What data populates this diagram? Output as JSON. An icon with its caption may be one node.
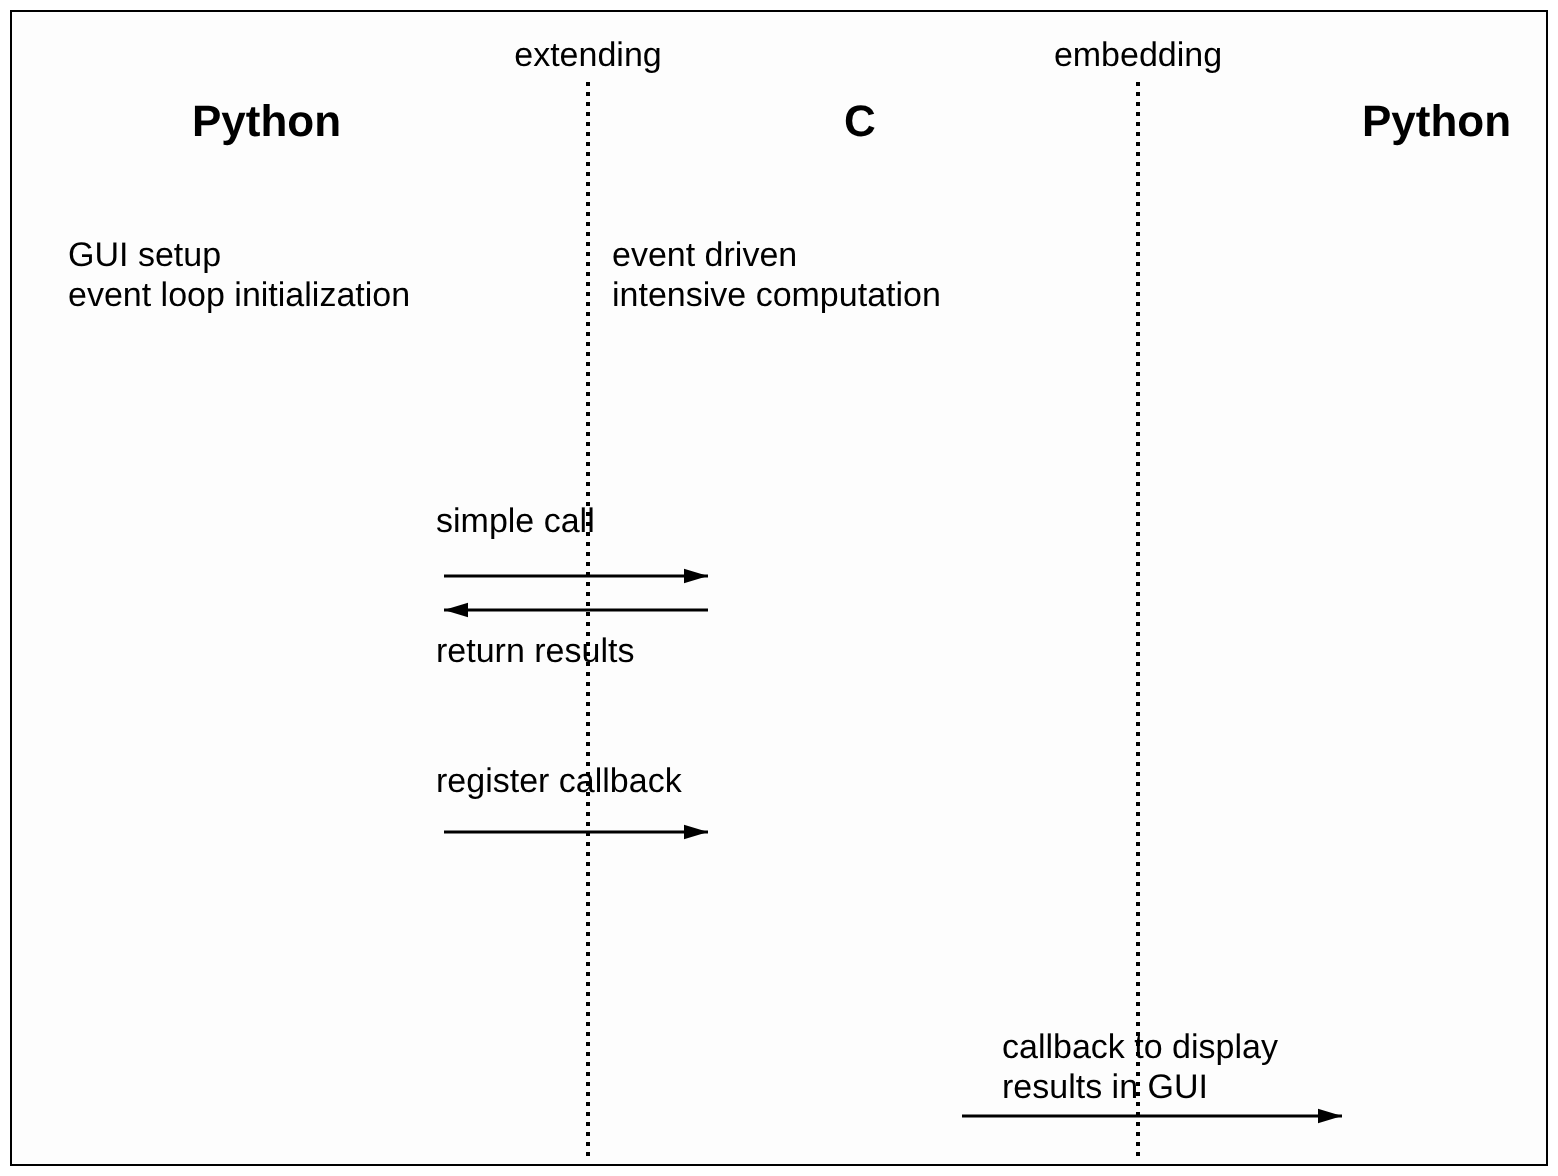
{
  "diagram": {
    "nodes": [
      {
        "text": [
          "Python",
          "GUI setup",
          "event loop initialization"
        ]
      },
      {
        "text": [
          "C",
          "event driven",
          "intensive computation"
        ]
      },
      {
        "text": [
          "Python"
        ]
      }
    ],
    "edges": [
      {
        "from": 0,
        "to": 1,
        "arrow": "to",
        "label": "simple call"
      },
      {
        "from": 1,
        "to": 0,
        "arrow": "to",
        "label": "return results"
      },
      {
        "from": 0,
        "to": 1,
        "arrow": "to",
        "label": "register callback"
      },
      {
        "from": 1,
        "to": 2,
        "arrow": "to",
        "label": "callback to display results in GUI"
      }
    ],
    "labels": [
      "extending",
      "embedding"
    ]
  }
}
